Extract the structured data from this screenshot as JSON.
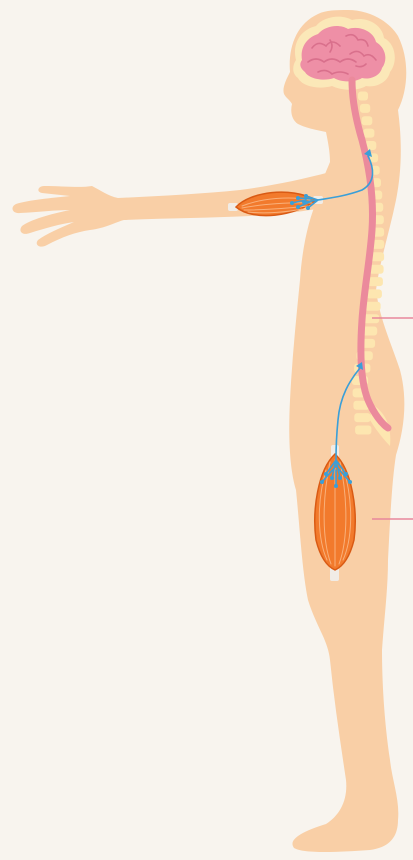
{
  "diagram": {
    "subject": "human-motor-nervous-system",
    "colors": {
      "background": "#f8f4ee",
      "skin": "#f9cfa6",
      "skin_shade": "#f2bd90",
      "brain": "#ee8fa6",
      "brain_outline": "#fbe8b8",
      "spinal_cord": "#eb8a9c",
      "vertebrae": "#fde6b0",
      "muscle": "#f27a2c",
      "muscle_dark": "#d95a14",
      "muscle_fiber": "#f9b07a",
      "tendon": "#f1ece6",
      "nerve": "#3a9fd8",
      "pointer_line": "#e8879c"
    },
    "parts": [
      "brain",
      "spinal-cord",
      "vertebral-column",
      "upper-arm-muscle",
      "thigh-muscle",
      "arm-motor-nerve",
      "leg-motor-nerve"
    ],
    "callouts": [
      "spinal-cord-pointer",
      "thigh-muscle-pointer"
    ]
  }
}
